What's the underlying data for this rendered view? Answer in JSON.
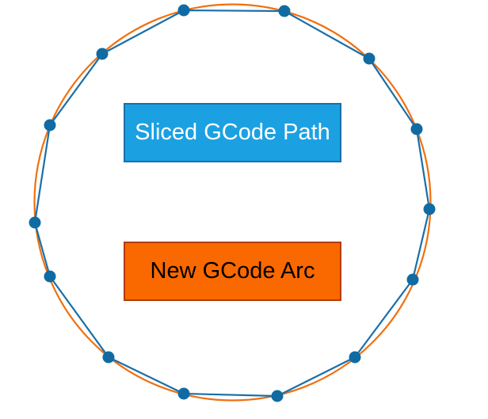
{
  "labels": {
    "sliced_path": "Sliced GCode Path",
    "new_arc": "New GCode Arc"
  },
  "colors": {
    "sliced_path_fill": "#1ba1e2",
    "sliced_path_text": "#ffffff",
    "new_arc_fill": "#fa6800",
    "new_arc_text": "#000000",
    "polygon_stroke": "#1a6fa8",
    "vertex_fill": "#106ba3",
    "arc_stroke": "#f0700f"
  },
  "icons": {
    "vertex_marker": "filled-circle-dot"
  }
}
